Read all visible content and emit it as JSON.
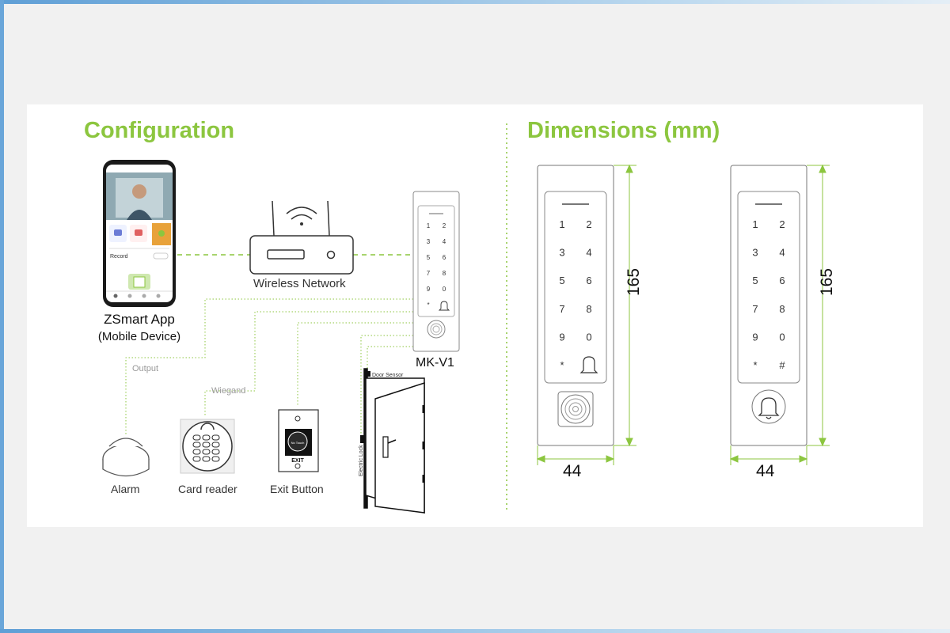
{
  "colors": {
    "accent": "#8cc63f",
    "frame": "#6aa6d9"
  },
  "configuration": {
    "title": "Configuration",
    "app_name": "ZSmart App",
    "app_subtitle": "(Mobile Device)",
    "network_label": "Wireless Network",
    "device_label": "MK-V1",
    "output_label": "Output",
    "wiegand_label": "Wiegand",
    "alarm_label": "Alarm",
    "card_reader_label": "Card reader",
    "exit_button_label": "Exit Button",
    "exit_button_text": "EXIT",
    "exit_button_inner": "No Touch",
    "door_sensor_label": "Door Sensor",
    "electric_lock_label": "Electric Lock",
    "phone_record_label": "Record"
  },
  "dimensions": {
    "title": "Dimensions (mm)",
    "height": "165",
    "width": "44",
    "keypad_keys": [
      "1",
      "2",
      "3",
      "4",
      "5",
      "6",
      "7",
      "8",
      "9",
      "0",
      "*",
      "#"
    ]
  }
}
